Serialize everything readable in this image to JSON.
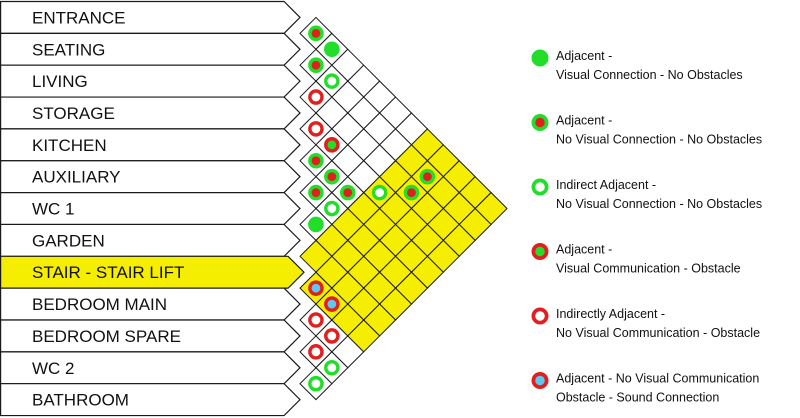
{
  "colors": {
    "highlight": "#f6ee00",
    "grid": "#1a1a1a",
    "green": "#22dd2a",
    "red": "#e0201f",
    "blue": "#5ec8ee",
    "white": "#ffffff"
  },
  "rooms": [
    {
      "label": "ENTRANCE",
      "highlight": false
    },
    {
      "label": "SEATING",
      "highlight": false
    },
    {
      "label": "LIVING",
      "highlight": false
    },
    {
      "label": "STORAGE",
      "highlight": false
    },
    {
      "label": "KITCHEN",
      "highlight": false
    },
    {
      "label": "AUXILIARY",
      "highlight": false
    },
    {
      "label": "WC 1",
      "highlight": false
    },
    {
      "label": "GARDEN",
      "highlight": false
    },
    {
      "label": "STAIR - STAIR LIFT",
      "highlight": true
    },
    {
      "label": "BEDROOM MAIN",
      "highlight": false
    },
    {
      "label": "BEDROOM SPARE",
      "highlight": false
    },
    {
      "label": "WC 2",
      "highlight": false
    },
    {
      "label": "BATHROOM",
      "highlight": false
    }
  ],
  "legend": [
    {
      "type": "adjacent-visual",
      "fill": "green",
      "ring": "green",
      "lines": [
        "Adjacent -",
        "Visual Connection - No Obstacles"
      ]
    },
    {
      "type": "adjacent-no-visual",
      "fill": "red",
      "ring": "green",
      "lines": [
        "Adjacent -",
        "No Visual Connection - No Obstacles"
      ]
    },
    {
      "type": "indirect-no-visual",
      "fill": "white",
      "ring": "green",
      "lines": [
        "Indirect Adjacent -",
        "No Visual Connection - No Obstacles"
      ]
    },
    {
      "type": "adjacent-obstacle",
      "fill": "green",
      "ring": "red",
      "lines": [
        "Adjacent -",
        "Visual Communication - Obstacle"
      ]
    },
    {
      "type": "indirect-obstacle",
      "fill": "white",
      "ring": "red",
      "lines": [
        "Indirectly Adjacent -",
        "No Visual Communication - Obstacle"
      ]
    },
    {
      "type": "sound-connection",
      "fill": "blue",
      "ring": "red",
      "lines": [
        "Adjacent - No Visual Communication",
        "Obstacle - Sound Connection"
      ]
    }
  ],
  "relations": [
    {
      "rooms": [
        0,
        1
      ],
      "type": "adjacent-no-visual"
    },
    {
      "rooms": [
        0,
        2
      ],
      "type": "adjacent-visual"
    },
    {
      "rooms": [
        1,
        2
      ],
      "type": "adjacent-no-visual"
    },
    {
      "rooms": [
        1,
        3
      ],
      "type": "indirect-no-visual"
    },
    {
      "rooms": [
        2,
        3
      ],
      "type": "indirect-obstacle"
    },
    {
      "rooms": [
        3,
        4
      ],
      "type": "indirect-obstacle"
    },
    {
      "rooms": [
        3,
        5
      ],
      "type": "adjacent-obstacle"
    },
    {
      "rooms": [
        1,
        9
      ],
      "type": "adjacent-no-visual"
    },
    {
      "rooms": [
        2,
        9
      ],
      "type": "adjacent-no-visual"
    },
    {
      "rooms": [
        4,
        5
      ],
      "type": "adjacent-no-visual"
    },
    {
      "rooms": [
        3,
        8
      ],
      "type": "indirect-no-visual"
    },
    {
      "rooms": [
        4,
        6
      ],
      "type": "adjacent-no-visual"
    },
    {
      "rooms": [
        4,
        7
      ],
      "type": "adjacent-no-visual"
    },
    {
      "rooms": [
        5,
        6
      ],
      "type": "adjacent-no-visual"
    },
    {
      "rooms": [
        5,
        7
      ],
      "type": "indirect-no-visual"
    },
    {
      "rooms": [
        6,
        7
      ],
      "type": "adjacent-visual"
    },
    {
      "rooms": [
        8,
        9
      ],
      "type": "sound-connection"
    },
    {
      "rooms": [
        8,
        10
      ],
      "type": "sound-connection"
    },
    {
      "rooms": [
        9,
        10
      ],
      "type": "indirect-obstacle"
    },
    {
      "rooms": [
        9,
        11
      ],
      "type": "indirect-obstacle"
    },
    {
      "rooms": [
        10,
        11
      ],
      "type": "indirect-obstacle"
    },
    {
      "rooms": [
        10,
        12
      ],
      "type": "indirect-no-visual"
    },
    {
      "rooms": [
        11,
        12
      ],
      "type": "indirect-no-visual"
    }
  ]
}
